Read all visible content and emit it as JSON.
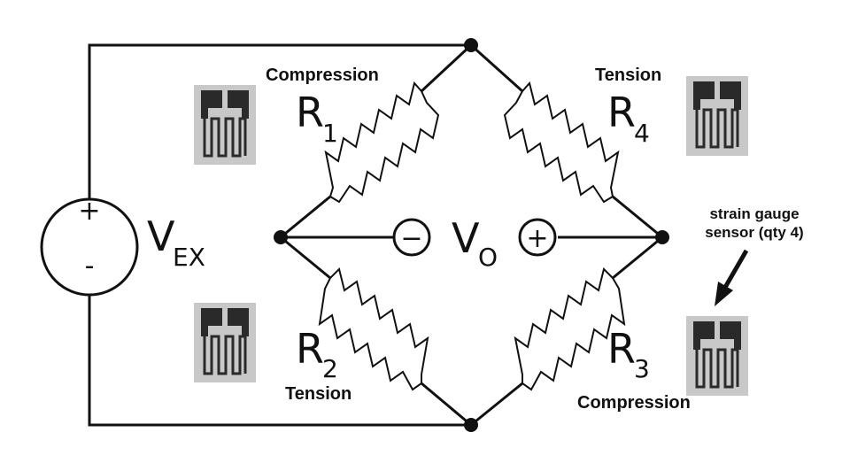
{
  "source": {
    "name": "V",
    "subscript": "EX",
    "plus": "+",
    "minus": "-"
  },
  "output": {
    "name": "V",
    "subscript": "O",
    "minus_terminal": "−",
    "plus_terminal": "+"
  },
  "resistors": {
    "r1": {
      "name": "R",
      "subscript": "1",
      "state": "Compression"
    },
    "r2": {
      "name": "R",
      "subscript": "2",
      "state": "Tension"
    },
    "r3": {
      "name": "R",
      "subscript": "3",
      "state": "Compression"
    },
    "r4": {
      "name": "R",
      "subscript": "4",
      "state": "Tension"
    }
  },
  "annotation": {
    "line1": "strain gauge",
    "line2": "sensor (qty 4)"
  },
  "gauge_icon": "strain-gauge-icon"
}
